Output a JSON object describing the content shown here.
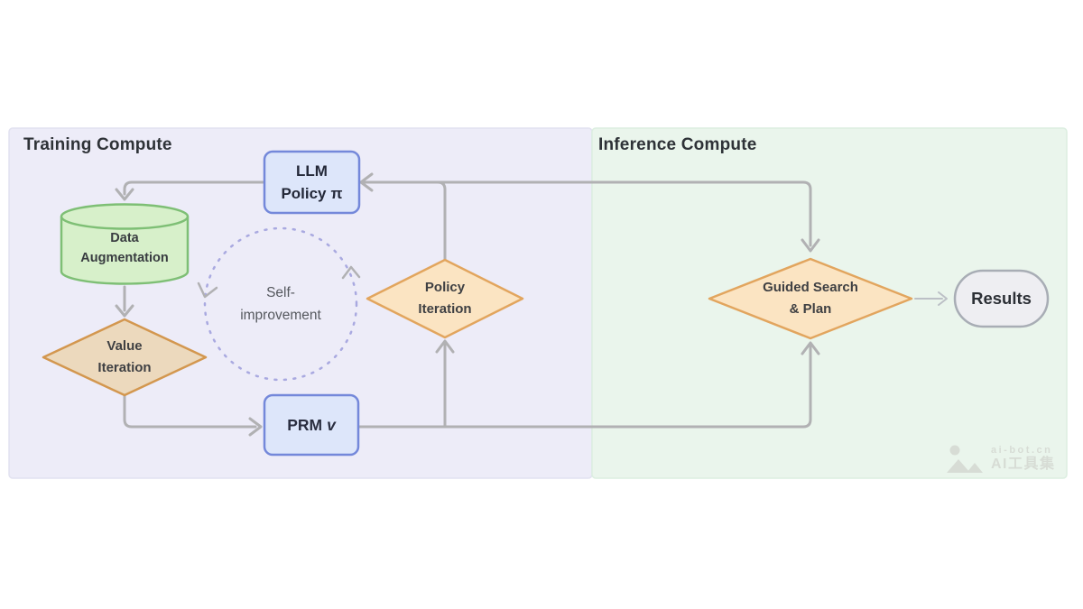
{
  "panels": {
    "training": {
      "title": "Training Compute",
      "bg": "#EDECF8",
      "border": "#E2E2F0"
    },
    "inference": {
      "title": "Inference Compute",
      "bg": "#EAF5EC",
      "border": "#DCEEE0"
    },
    "title_color": "#2E3237"
  },
  "nodes": {
    "llm_policy": {
      "line1": "LLM",
      "line2": "Policy",
      "symbol": "π",
      "fill": "#DDE6FA",
      "border": "#7488DA",
      "text_color": "#232838"
    },
    "data_augmentation": {
      "line1": "Data",
      "line2": "Augmentation",
      "fill": "#D7F0CA",
      "border": "#7EBF75",
      "text_color": "#383C40"
    },
    "value_iteration": {
      "line1": "Value",
      "line2": "Iteration",
      "fill": "#ECD9BD",
      "border": "#D3974F",
      "text_color": "#3F4043"
    },
    "policy_iteration": {
      "line1": "Policy",
      "line2": "Iteration",
      "fill": "#FBE4C2",
      "border": "#E2A55E",
      "text_color": "#3F4043"
    },
    "prm": {
      "label": "PRM",
      "symbol": "v",
      "fill": "#DDE6FA",
      "border": "#7488DA",
      "text_color": "#2A2E40"
    },
    "guided_search": {
      "line1": "Guided Search",
      "line2": "& Plan",
      "fill": "#FBE4C2",
      "border": "#E2A55E",
      "text_color": "#3F4043"
    },
    "results": {
      "label": "Results",
      "fill": "#EEEEF2",
      "border": "#A8ADB5",
      "text_color": "#2C3036"
    },
    "self_improvement": {
      "line1": "Self-",
      "line2": "improvement",
      "ring_color": "#A9A9E0",
      "text_color": "#56595F"
    }
  },
  "connectors": {
    "color": "#B1B1B3",
    "thin_color": "#BCC0C6"
  },
  "watermark": {
    "line1": "ai-bot.cn",
    "line2": "AI工具集",
    "color": "#D5DAD3"
  }
}
